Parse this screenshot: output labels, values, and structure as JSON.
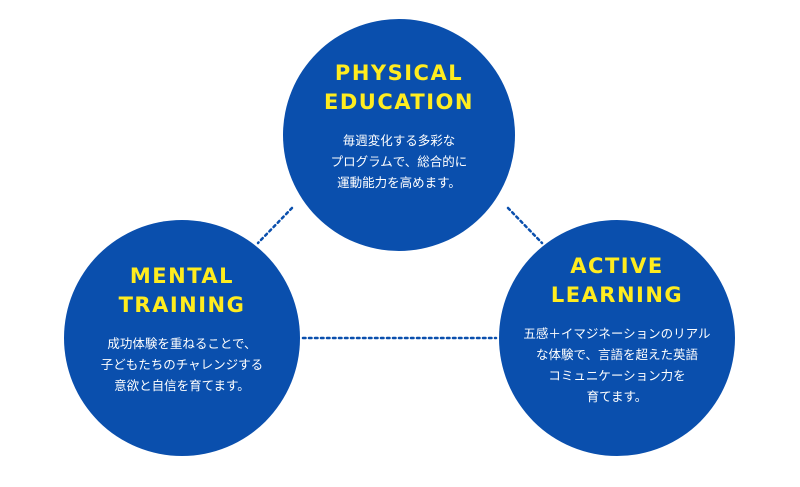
{
  "colors": {
    "circle_fill": "#0a4fad",
    "title_text": "#ffec1f",
    "body_text": "#ffffff",
    "connector": "#0a4fad"
  },
  "circles": {
    "top": {
      "title": "PHYSICAL\nEDUCATION",
      "description": "毎週変化する多彩な\nプログラムで、総合的に\n運動能力を高めます。"
    },
    "left": {
      "title": "MENTAL\nTRAINING",
      "description": "成功体験を重ねることで、\n子どもたちのチャレンジする\n意欲と自信を育てます。"
    },
    "right": {
      "title": "ACTIVE\nLEARNING",
      "description": "五感＋イマジネーションのリアル\nな体験で、言語を超えた英語\nコミュニケーション力を\n育てます。"
    }
  }
}
